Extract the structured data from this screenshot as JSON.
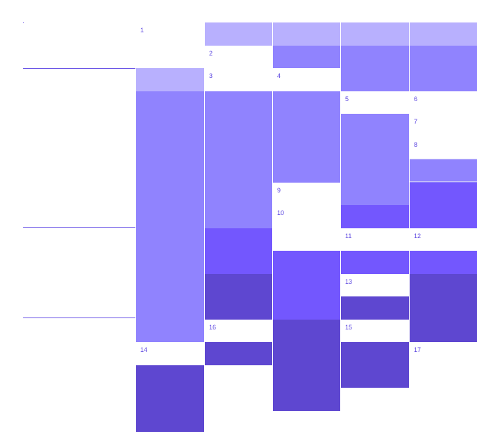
{
  "colors": {
    "background": "#ffffff",
    "band_1": "#b8b0fe",
    "band_2": "#9083fe",
    "band_3": "#7357fe",
    "band_4": "#5e47d0",
    "number_text": "#5b45e0",
    "separator": "#c9c3f8",
    "row_line": "#6a55e6"
  },
  "columns": [
    {
      "cells": [
        {
          "band": 0,
          "label": "1"
        },
        {
          "band": 1
        },
        {
          "band": 2
        },
        {
          "band": 2
        },
        {
          "band": 0,
          "label": "14"
        },
        {
          "band": 4
        }
      ]
    },
    {
      "cells": [
        {
          "band": 1
        },
        {
          "band": 0,
          "label": "2"
        },
        {
          "band": 0,
          "label": "3"
        },
        {
          "band": 2
        },
        {
          "band": 3
        },
        {
          "band": 4
        },
        {
          "band": 0,
          "label": "16"
        },
        {
          "band": 4
        }
      ]
    },
    {
      "cells": [
        {
          "band": 1
        },
        {
          "band": 2
        },
        {
          "band": 0,
          "label": "4"
        },
        {
          "band": 2
        },
        {
          "band": 0,
          "label": "9"
        },
        {
          "band": 0,
          "label": "10"
        },
        {
          "band": 3
        },
        {
          "band": 4
        }
      ]
    },
    {
      "cells": [
        {
          "band": 1
        },
        {
          "band": 2
        },
        {
          "band": 0,
          "label": "5"
        },
        {
          "band": 2
        },
        {
          "band": 3
        },
        {
          "band": 0,
          "label": "11"
        },
        {
          "band": 3
        },
        {
          "band": 0,
          "label": "13"
        },
        {
          "band": 4
        },
        {
          "band": 0,
          "label": "15"
        },
        {
          "band": 4
        }
      ]
    },
    {
      "cells": [
        {
          "band": 1
        },
        {
          "band": 2
        },
        {
          "band": 0,
          "label": "6"
        },
        {
          "band": 0,
          "label": "7"
        },
        {
          "band": 0,
          "label": "8"
        },
        {
          "band": 2
        },
        {
          "band": 3
        },
        {
          "band": 0,
          "label": "12"
        },
        {
          "band": 3
        },
        {
          "band": 4
        },
        {
          "band": 0,
          "label": "17"
        }
      ]
    }
  ]
}
